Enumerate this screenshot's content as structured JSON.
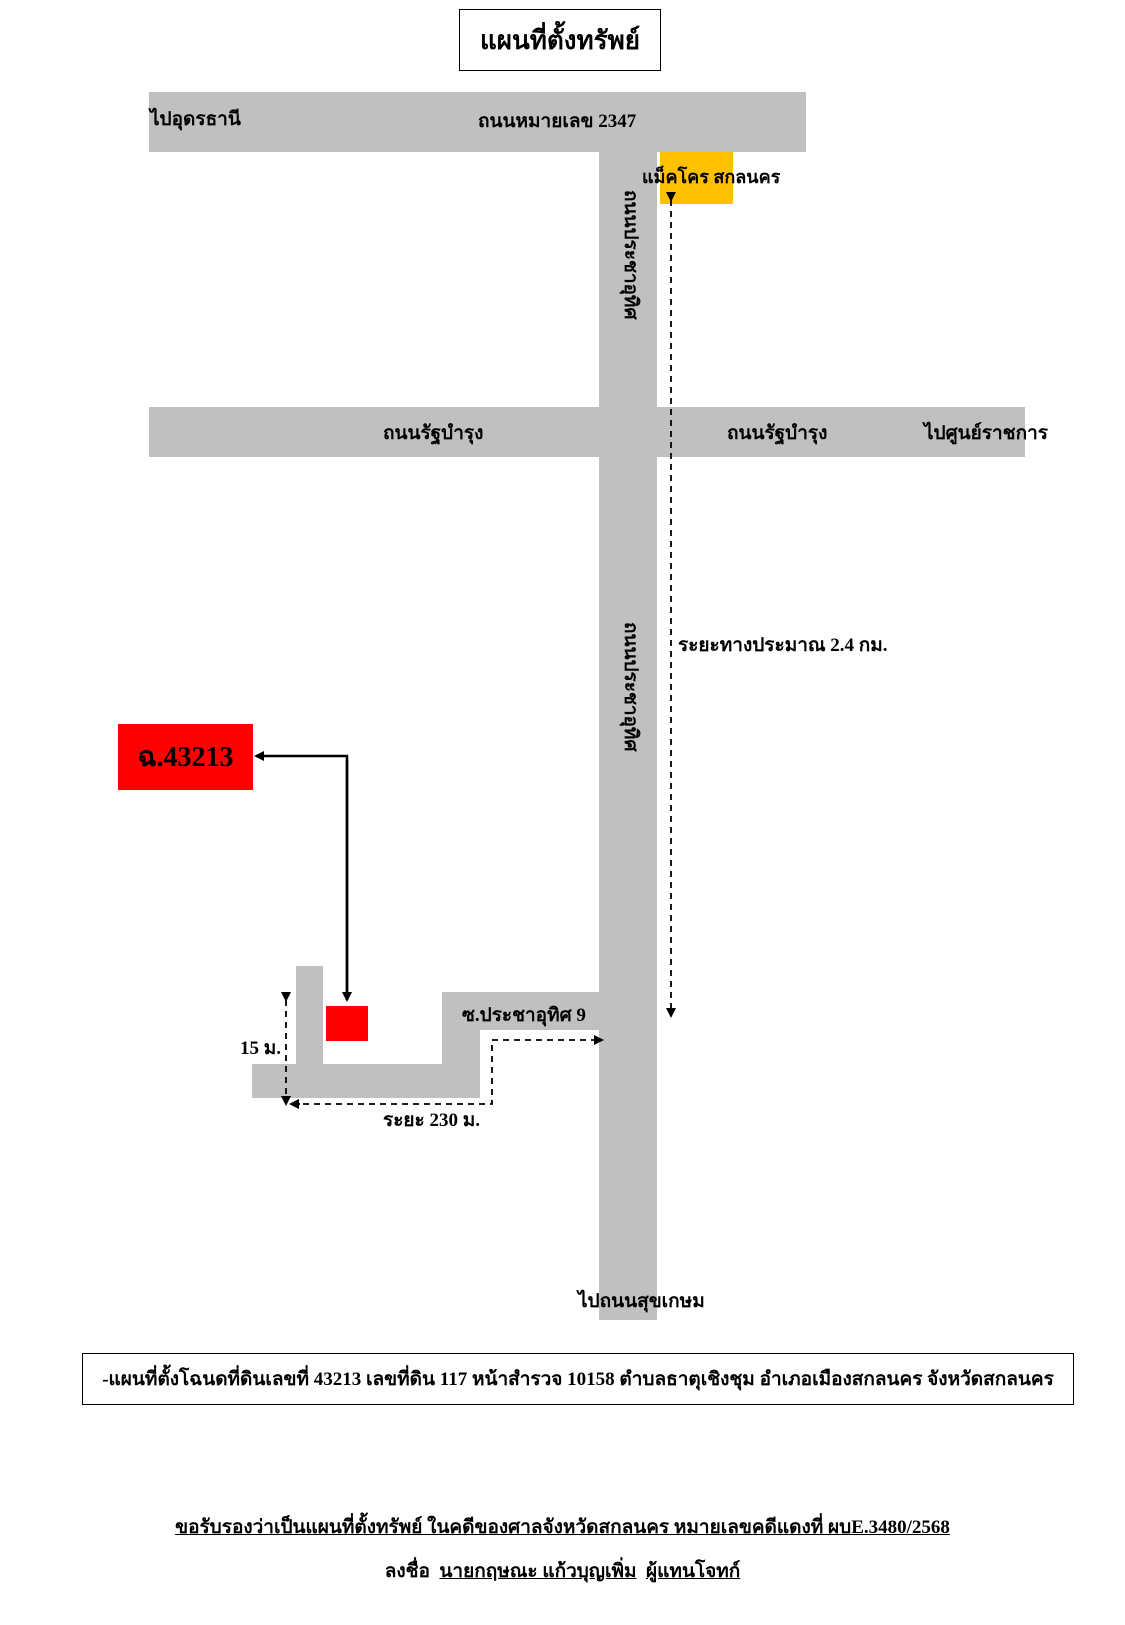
{
  "title": "แผนที่ตั้งทรัพย์",
  "roads": {
    "top_road_label": "ถนนหมายเลข 2347",
    "top_left_direction": "ไปอุดรธานี",
    "middle_road_left_label": "ถนนรัฐบำรุง",
    "middle_road_right_label": "ถนนรัฐบำรุง",
    "middle_right_direction": "ไปศูนย์ราชการ",
    "vertical_road_label_upper": "ถนนประชาอุทิศ",
    "vertical_road_label_lower": "ถนนประชาอุทิศ",
    "bottom_direction": "ไปถนนสุขเกษม",
    "soi_label": "ซ.ประชาอุทิศ 9"
  },
  "landmark": {
    "label": "แม็คโคร สกลนคร",
    "color": "#ffc000"
  },
  "plot": {
    "label": "ฉ.43213",
    "color": "#ff0000"
  },
  "distances": {
    "main_distance": "ระยะทางประมาณ 2.4 กม.",
    "soi_distance": "ระยะ 230 ม.",
    "side_distance": "15 ม."
  },
  "info": "-แผนที่ตั้งโฉนดที่ดินเลขที่  43213  เลขที่ดิน 117 หน้าสำรวจ 10158 ตำบลธาตุเชิงชุม  อำเภอเมืองสกลนคร  จังหวัดสกลนคร",
  "certification": "ขอรับรองว่าเป็นแผนที่ตั้งทรัพย์  ในคดีของศาลจังหวัดสกลนคร หมายเลขคดีแดงที่  ผบE.3480/2568",
  "signature": {
    "prefix": "ลงชื่อ",
    "name": "นายกฤษณะ แก้วบุญเพิ่ม",
    "role": "ผู้แทนโจทก์"
  },
  "colors": {
    "road": "#c0c0c0",
    "road_alt": "#bfbfbf"
  }
}
